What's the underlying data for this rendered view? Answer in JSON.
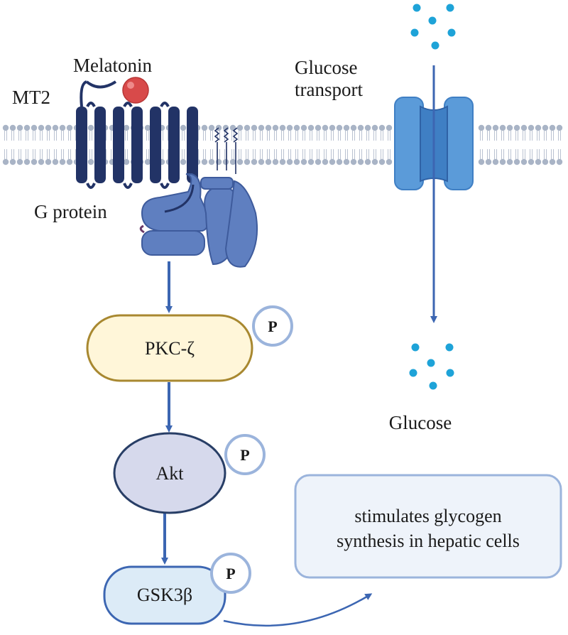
{
  "labels": {
    "melatonin": "Melatonin",
    "mt2": "MT2",
    "glucose_transport_line1": "Glucose",
    "glucose_transport_line2": "transport",
    "g_protein": "G protein",
    "pkc": "PKC-ζ",
    "akt": "Akt",
    "gsk3b": "GSK3β",
    "phospho": "P",
    "glucose": "Glucose",
    "outcome_line1": "stimulates glycogen",
    "outcome_line2": "synthesis in hepatic cells"
  },
  "icons": [
    "melatonin-molecule",
    "mt2-receptor",
    "g-protein-complex",
    "glucose-transporter",
    "glucose-molecule",
    "phosphate-badge",
    "arrow"
  ],
  "colors": {
    "receptor": "#223366",
    "g_protein": "#5f7fc0",
    "membrane": "#a9b4c6",
    "transporter": "#5b9bd9",
    "transporter_dark": "#3f7fc4",
    "arrow": "#3c66b2",
    "glucose_dot": "#1ea3d8",
    "melatonin": "#d84a4a",
    "pkc_fill": "#fff6d9",
    "pkc_border": "#a88830",
    "akt_fill": "#d6d9ec",
    "akt_border": "#283e66",
    "gsk_fill": "#dcebf7",
    "gsk_border": "#3c66b2",
    "p_border": "#9bb4dc",
    "outcome_fill": "#eef3fa",
    "outcome_border": "#9bb4dc"
  }
}
